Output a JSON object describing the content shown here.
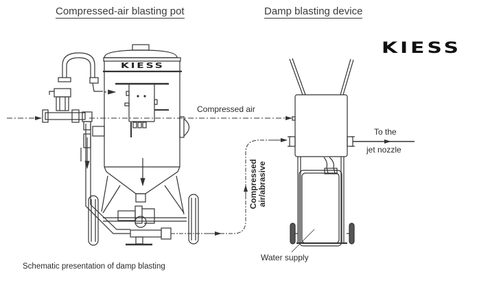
{
  "titles": {
    "left": "Compressed-air blasting pot",
    "right": "Damp blasting device"
  },
  "brand": {
    "logo_text": "KIESS",
    "pot_badge_text": "KIESS"
  },
  "labels": {
    "compressed_air": "Compressed air",
    "compressed_air_abrasive_line1": "Compressed",
    "compressed_air_abrasive_line2": "air/abrasive",
    "to_the": "To the",
    "jet_nozzle": "jet nozzle",
    "water_supply": "Water supply"
  },
  "caption": "Schematic presentation of damp blasting",
  "colors": {
    "line": "#333333",
    "text": "#2a2a2a",
    "background": "#ffffff"
  }
}
